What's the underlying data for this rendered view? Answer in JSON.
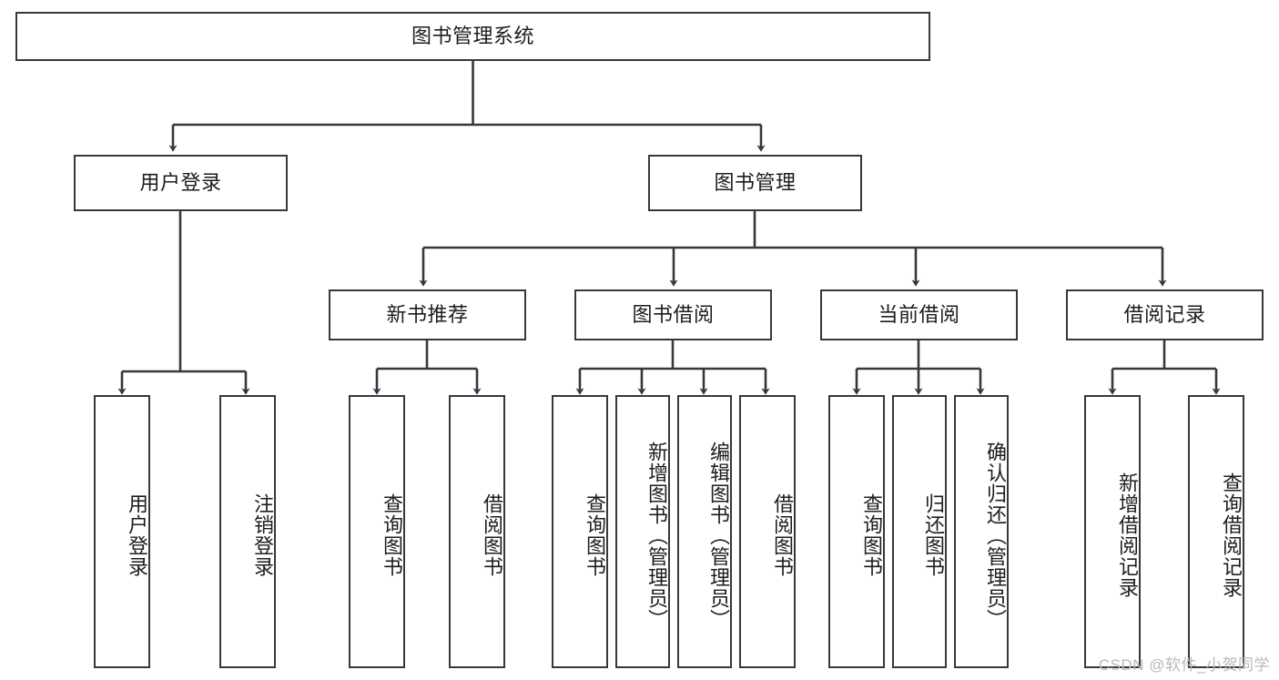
{
  "diagram": {
    "title": "图书管理系统",
    "watermark": "CSDN @软件_小贺同学",
    "stroke_color": "#33393f",
    "text_color": "#1d1d1d",
    "background": "#ffffff",
    "root": {
      "label": "图书管理系统",
      "children": [
        {
          "label": "用户登录",
          "children": [
            {
              "label": "用户登录"
            },
            {
              "label": "注销登录"
            }
          ]
        },
        {
          "label": "图书管理",
          "children": [
            {
              "label": "新书推荐",
              "children": [
                {
                  "label": "查询图书"
                },
                {
                  "label": "借阅图书"
                }
              ]
            },
            {
              "label": "图书借阅",
              "children": [
                {
                  "label": "查询图书"
                },
                {
                  "label": "新增图书（管理员）"
                },
                {
                  "label": "编辑图书（管理员）"
                },
                {
                  "label": "借阅图书"
                }
              ]
            },
            {
              "label": "当前借阅",
              "children": [
                {
                  "label": "查询图书"
                },
                {
                  "label": "归还图书"
                },
                {
                  "label": "确认归还（管理员）"
                }
              ]
            },
            {
              "label": "借阅记录",
              "children": [
                {
                  "label": "新增借阅记录"
                },
                {
                  "label": "查询借阅记录"
                }
              ]
            }
          ]
        }
      ]
    },
    "nodes": {
      "root": "图书管理系统",
      "l2_user_login": "用户登录",
      "l2_book_manage": "图书管理",
      "l3_new_book": "新书推荐",
      "l3_borrow": "图书借阅",
      "l3_current": "当前借阅",
      "l3_record": "借阅记录",
      "leaf_user_login": "用户登录",
      "leaf_logout": "注销登录",
      "leaf_nb_query": "查询图书",
      "leaf_nb_borrow": "借阅图书",
      "leaf_bb_query": "查询图书",
      "leaf_bb_add": "新增图书（管理员）",
      "leaf_bb_edit": "编辑图书（管理员）",
      "leaf_bb_borrow": "借阅图书",
      "leaf_cb_query": "查询图书",
      "leaf_cb_return": "归还图书",
      "leaf_cb_confirm": "确认归还（管理员）",
      "leaf_br_add": "新增借阅记录",
      "leaf_br_query": "查询借阅记录"
    }
  }
}
